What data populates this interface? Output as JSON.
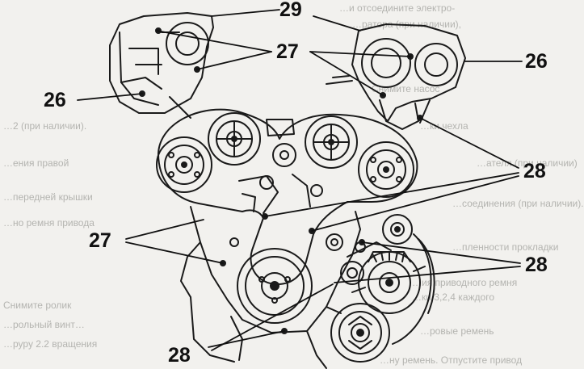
{
  "figure": {
    "callouts": {
      "c29": "29",
      "c27_top": "27",
      "c26_left": "26",
      "c26_right": "26",
      "c28_right": "28",
      "c27_left": "27",
      "c28_lower_right": "28",
      "c28_bottom": "28"
    },
    "bleed_through_text": [
      "…и отсоедините электро-",
      "…ратора (при наличии),",
      "…2 (при наличии).",
      "Снимите насос",
      "…ки чехла",
      "…ения правой",
      "…ателя (при наличии)",
      "…передней крышки",
      "…соединения (при наличии).",
      "…но ремня привода",
      "…пленности прокладки",
      "…ия приводного ремня",
      "…ки 3,2,4 каждого",
      "Снимите ролик",
      "…рольный винт…",
      "…ровые ремень",
      "…руру 2.2  вращения",
      "…ну ремень. Отпустите привод"
    ]
  }
}
